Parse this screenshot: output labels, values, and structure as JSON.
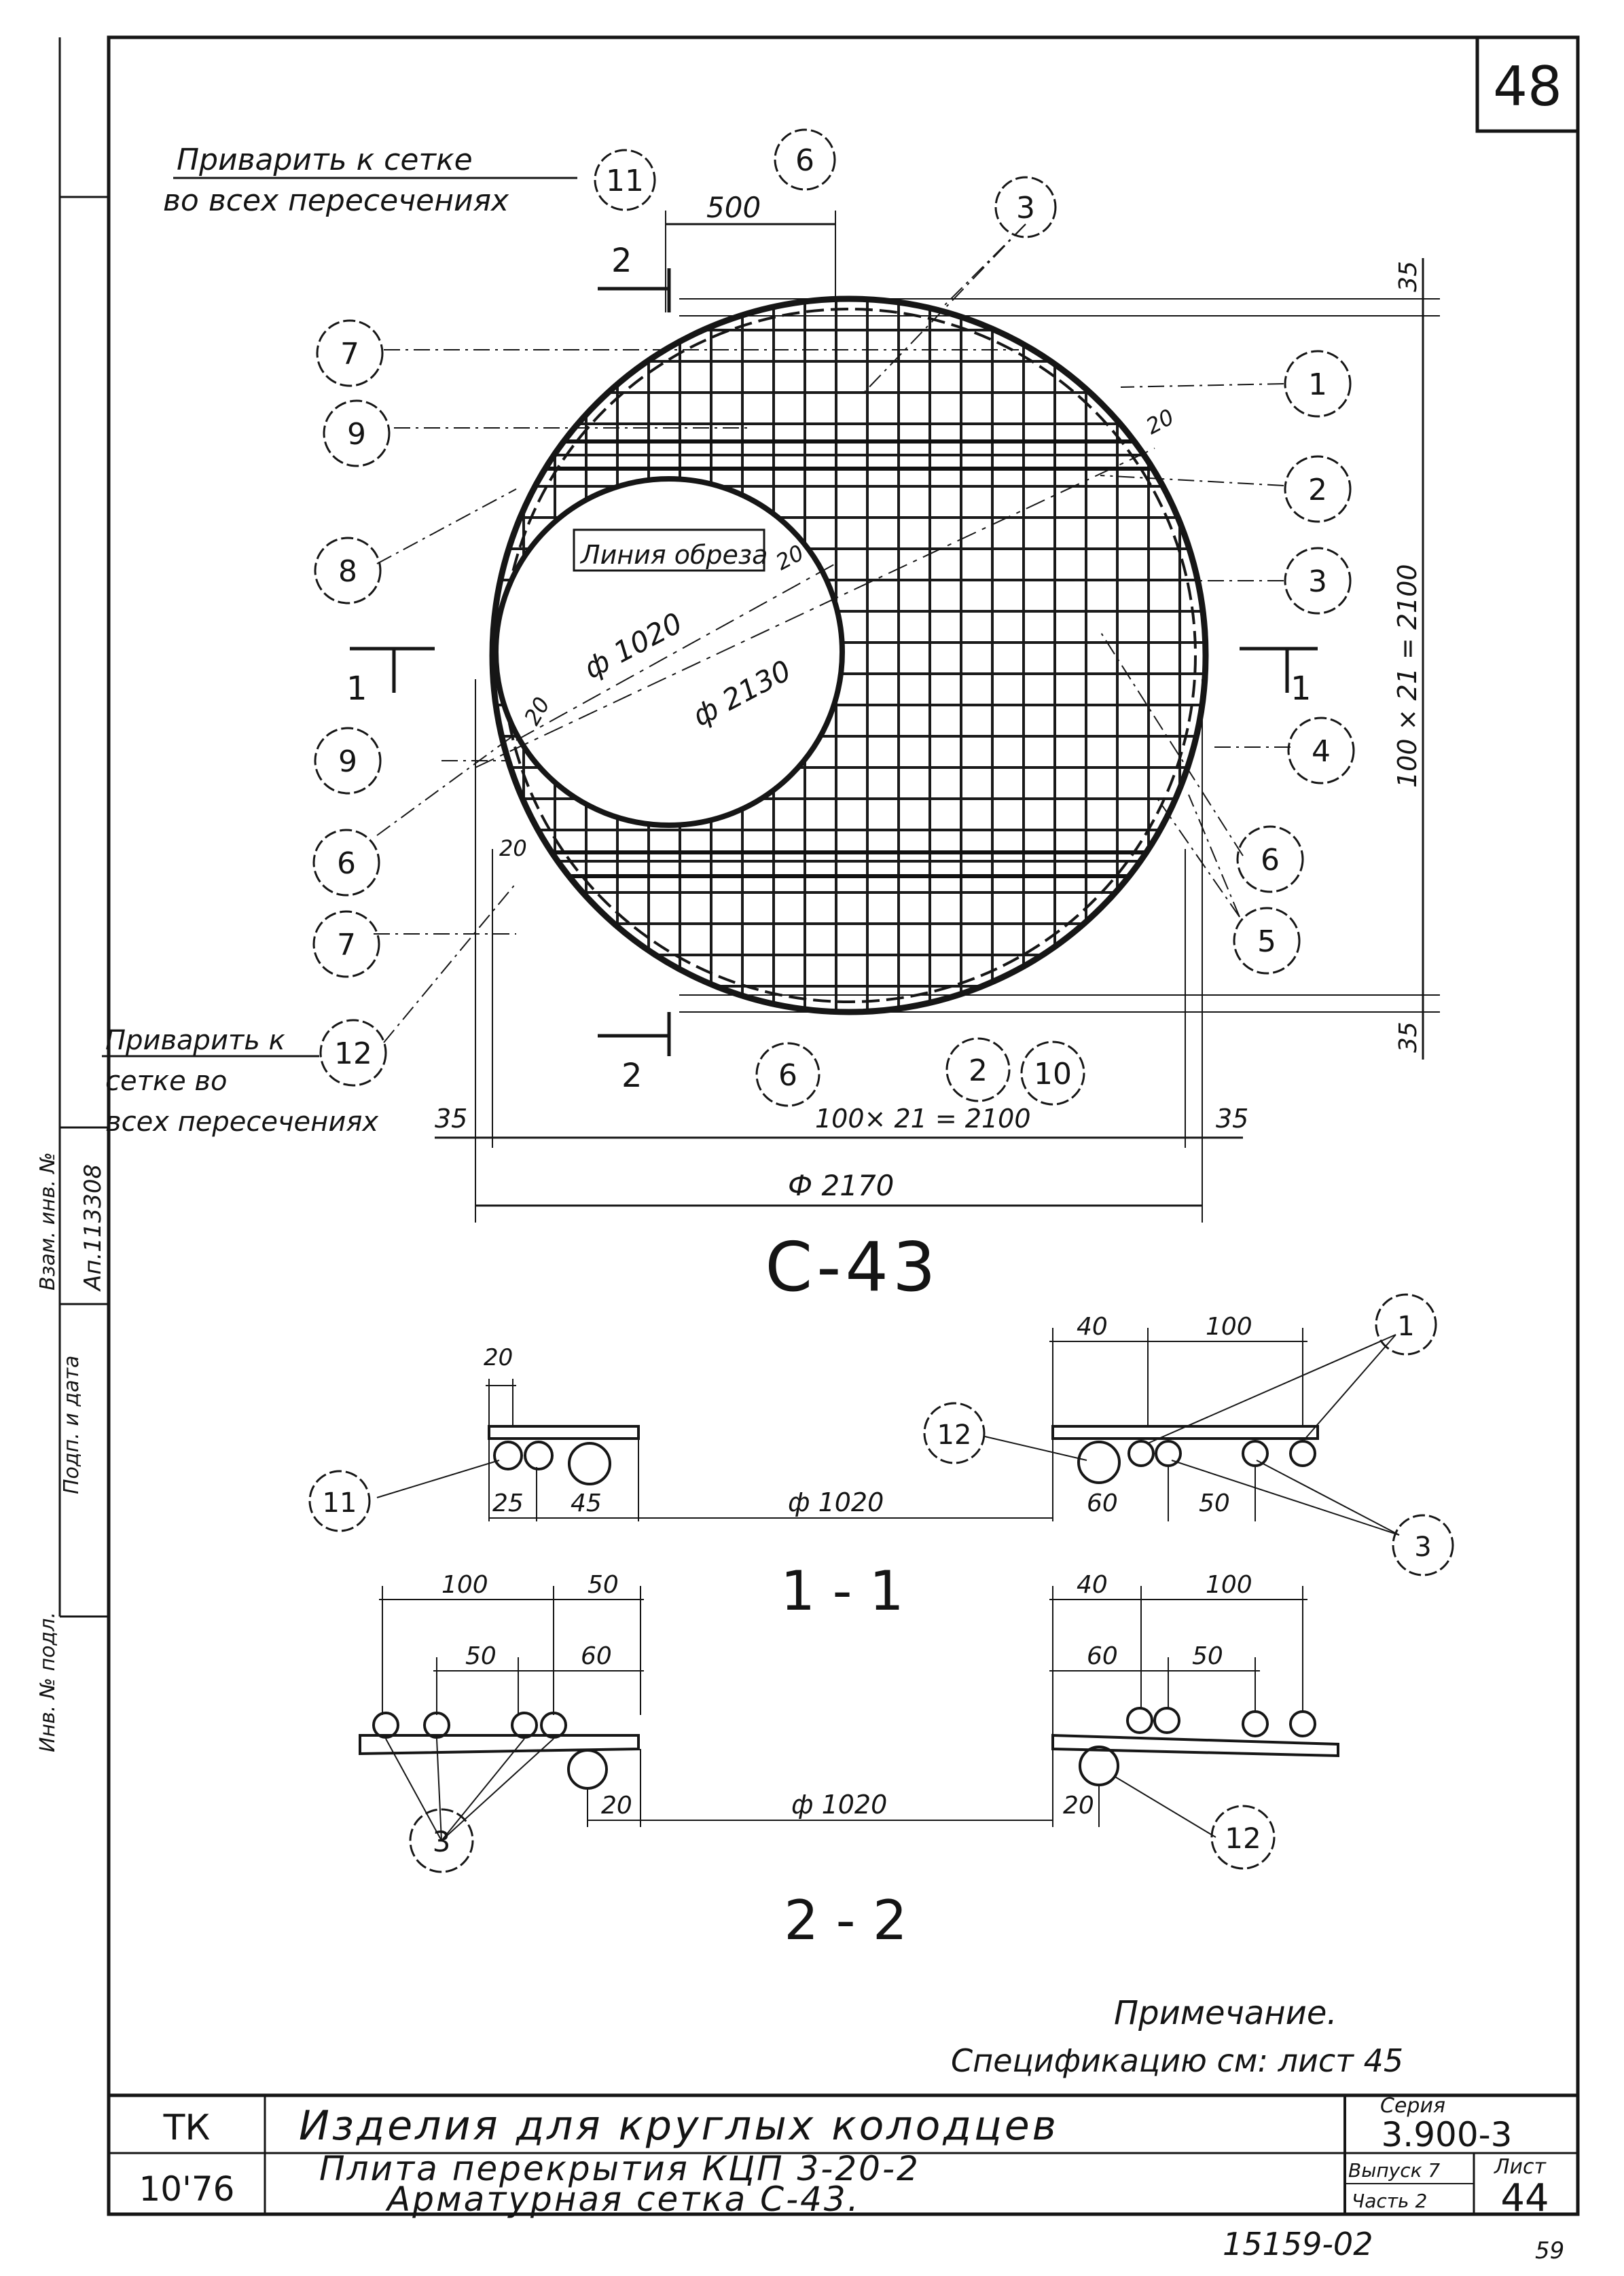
{
  "sheet": {
    "page_number": "48",
    "margin_notes": [
      "Инв. № подл.",
      "Подп. и дата",
      "Взам. инв. №"
    ],
    "margin_signature": "Ап.113308"
  },
  "plan": {
    "weld_note_top": "Приварить к сетке во всех пересечениях",
    "weld_note_bottom": "Приварить к сетке во всех пересечениях",
    "cut_line_label": "Линия обреза",
    "dim_opening": "ф 1020",
    "dim_outer": "ф 2130",
    "dim_top_spacing": "500",
    "dim_edge_top": "35",
    "dim_edge_bottom": "35",
    "dim_vertical": "100 × 21 = 2100",
    "dim_horizontal": "100× 21 = 2100",
    "dim_edge_left": "35",
    "dim_edge_right": "35",
    "dim_overall": "Ф 2170",
    "dim_gap_20": "20",
    "section_mark_1": "1",
    "section_mark_2": "2",
    "callouts": {
      "c_top_6": "6",
      "c_top_11": "11",
      "c_top_3": "3",
      "c_l7a": "7",
      "c_l9a": "9",
      "c_l8": "8",
      "c_l9b": "9",
      "c_l6": "6",
      "c_l7b": "7",
      "c_l12": "12",
      "c_r1": "1",
      "c_r2": "2",
      "c_r3": "3",
      "c_r4": "4",
      "c_r6": "6",
      "c_r5": "5",
      "c_b6": "6",
      "c_b2": "2",
      "c_b10": "10"
    },
    "title": "С-43"
  },
  "section_1_1": {
    "title": "1 - 1",
    "dim_20": "20",
    "dim_25": "25",
    "dim_45": "45",
    "dim_opening": "ф 1020",
    "dim_40": "40",
    "dim_100": "100",
    "dim_60": "60",
    "dim_50": "50",
    "callout_11": "11",
    "callout_12": "12",
    "callout_1": "1",
    "callout_3": "3"
  },
  "section_2_2": {
    "title": "2 - 2",
    "dim_l100": "100",
    "dim_l50a": "50",
    "dim_l50b": "50",
    "dim_l60": "60",
    "dim_l20": "20",
    "dim_opening": "ф 1020",
    "dim_r40": "40",
    "dim_r100": "100",
    "dim_r60": "60",
    "dim_r50": "50",
    "dim_r20": "20",
    "callout_3": "3",
    "callout_12": "12"
  },
  "note": {
    "heading": "Примечание.",
    "text": "Спецификацию  см:  лист 45"
  },
  "title_block": {
    "org_line1": "ТК",
    "org_line2": "10'76",
    "product_title": "Изделия  для  круглых  колодцев",
    "drawing_title_1": "Плита перекрытия КЦП 3-20-2",
    "drawing_title_2": "Арматурная сетка С-43.",
    "series_label": "Серия",
    "series_value": "3.900-3",
    "issue_label": "Выпуск 7",
    "part_label": "Часть 2",
    "sheet_label": "Лист",
    "sheet_value": "44"
  },
  "footer": {
    "stamp": "15159-02",
    "page_small": "59"
  }
}
